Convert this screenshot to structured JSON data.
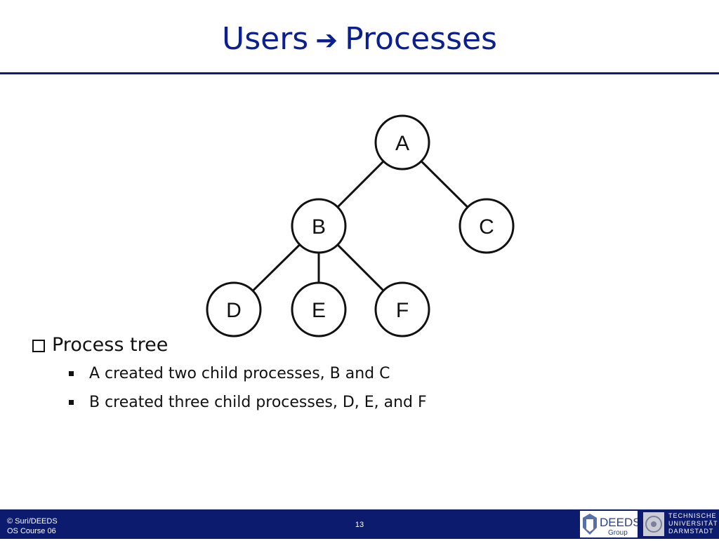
{
  "title": {
    "left": "Users",
    "arrow": "➔",
    "right": "Processes"
  },
  "tree": {
    "nodes": [
      {
        "id": "A",
        "label": "A"
      },
      {
        "id": "B",
        "label": "B"
      },
      {
        "id": "C",
        "label": "C"
      },
      {
        "id": "D",
        "label": "D"
      },
      {
        "id": "E",
        "label": "E"
      },
      {
        "id": "F",
        "label": "F"
      }
    ],
    "edges": [
      [
        "A",
        "B"
      ],
      [
        "A",
        "C"
      ],
      [
        "B",
        "D"
      ],
      [
        "B",
        "E"
      ],
      [
        "B",
        "F"
      ]
    ]
  },
  "bullets": {
    "heading": "Process tree",
    "items": [
      "A created two child processes, B and C",
      "B created three child processes, D, E, and F"
    ]
  },
  "footer": {
    "copyright_line1": "© Suri/DEEDS",
    "copyright_line2": "OS Course 06",
    "page_number": "13",
    "deeds_logo_text": "DEEDS",
    "deeds_logo_sub": "Group",
    "tud_line1": "TECHNISCHE",
    "tud_line2": "UNIVERSITÄT",
    "tud_line3": "DARMSTADT"
  }
}
